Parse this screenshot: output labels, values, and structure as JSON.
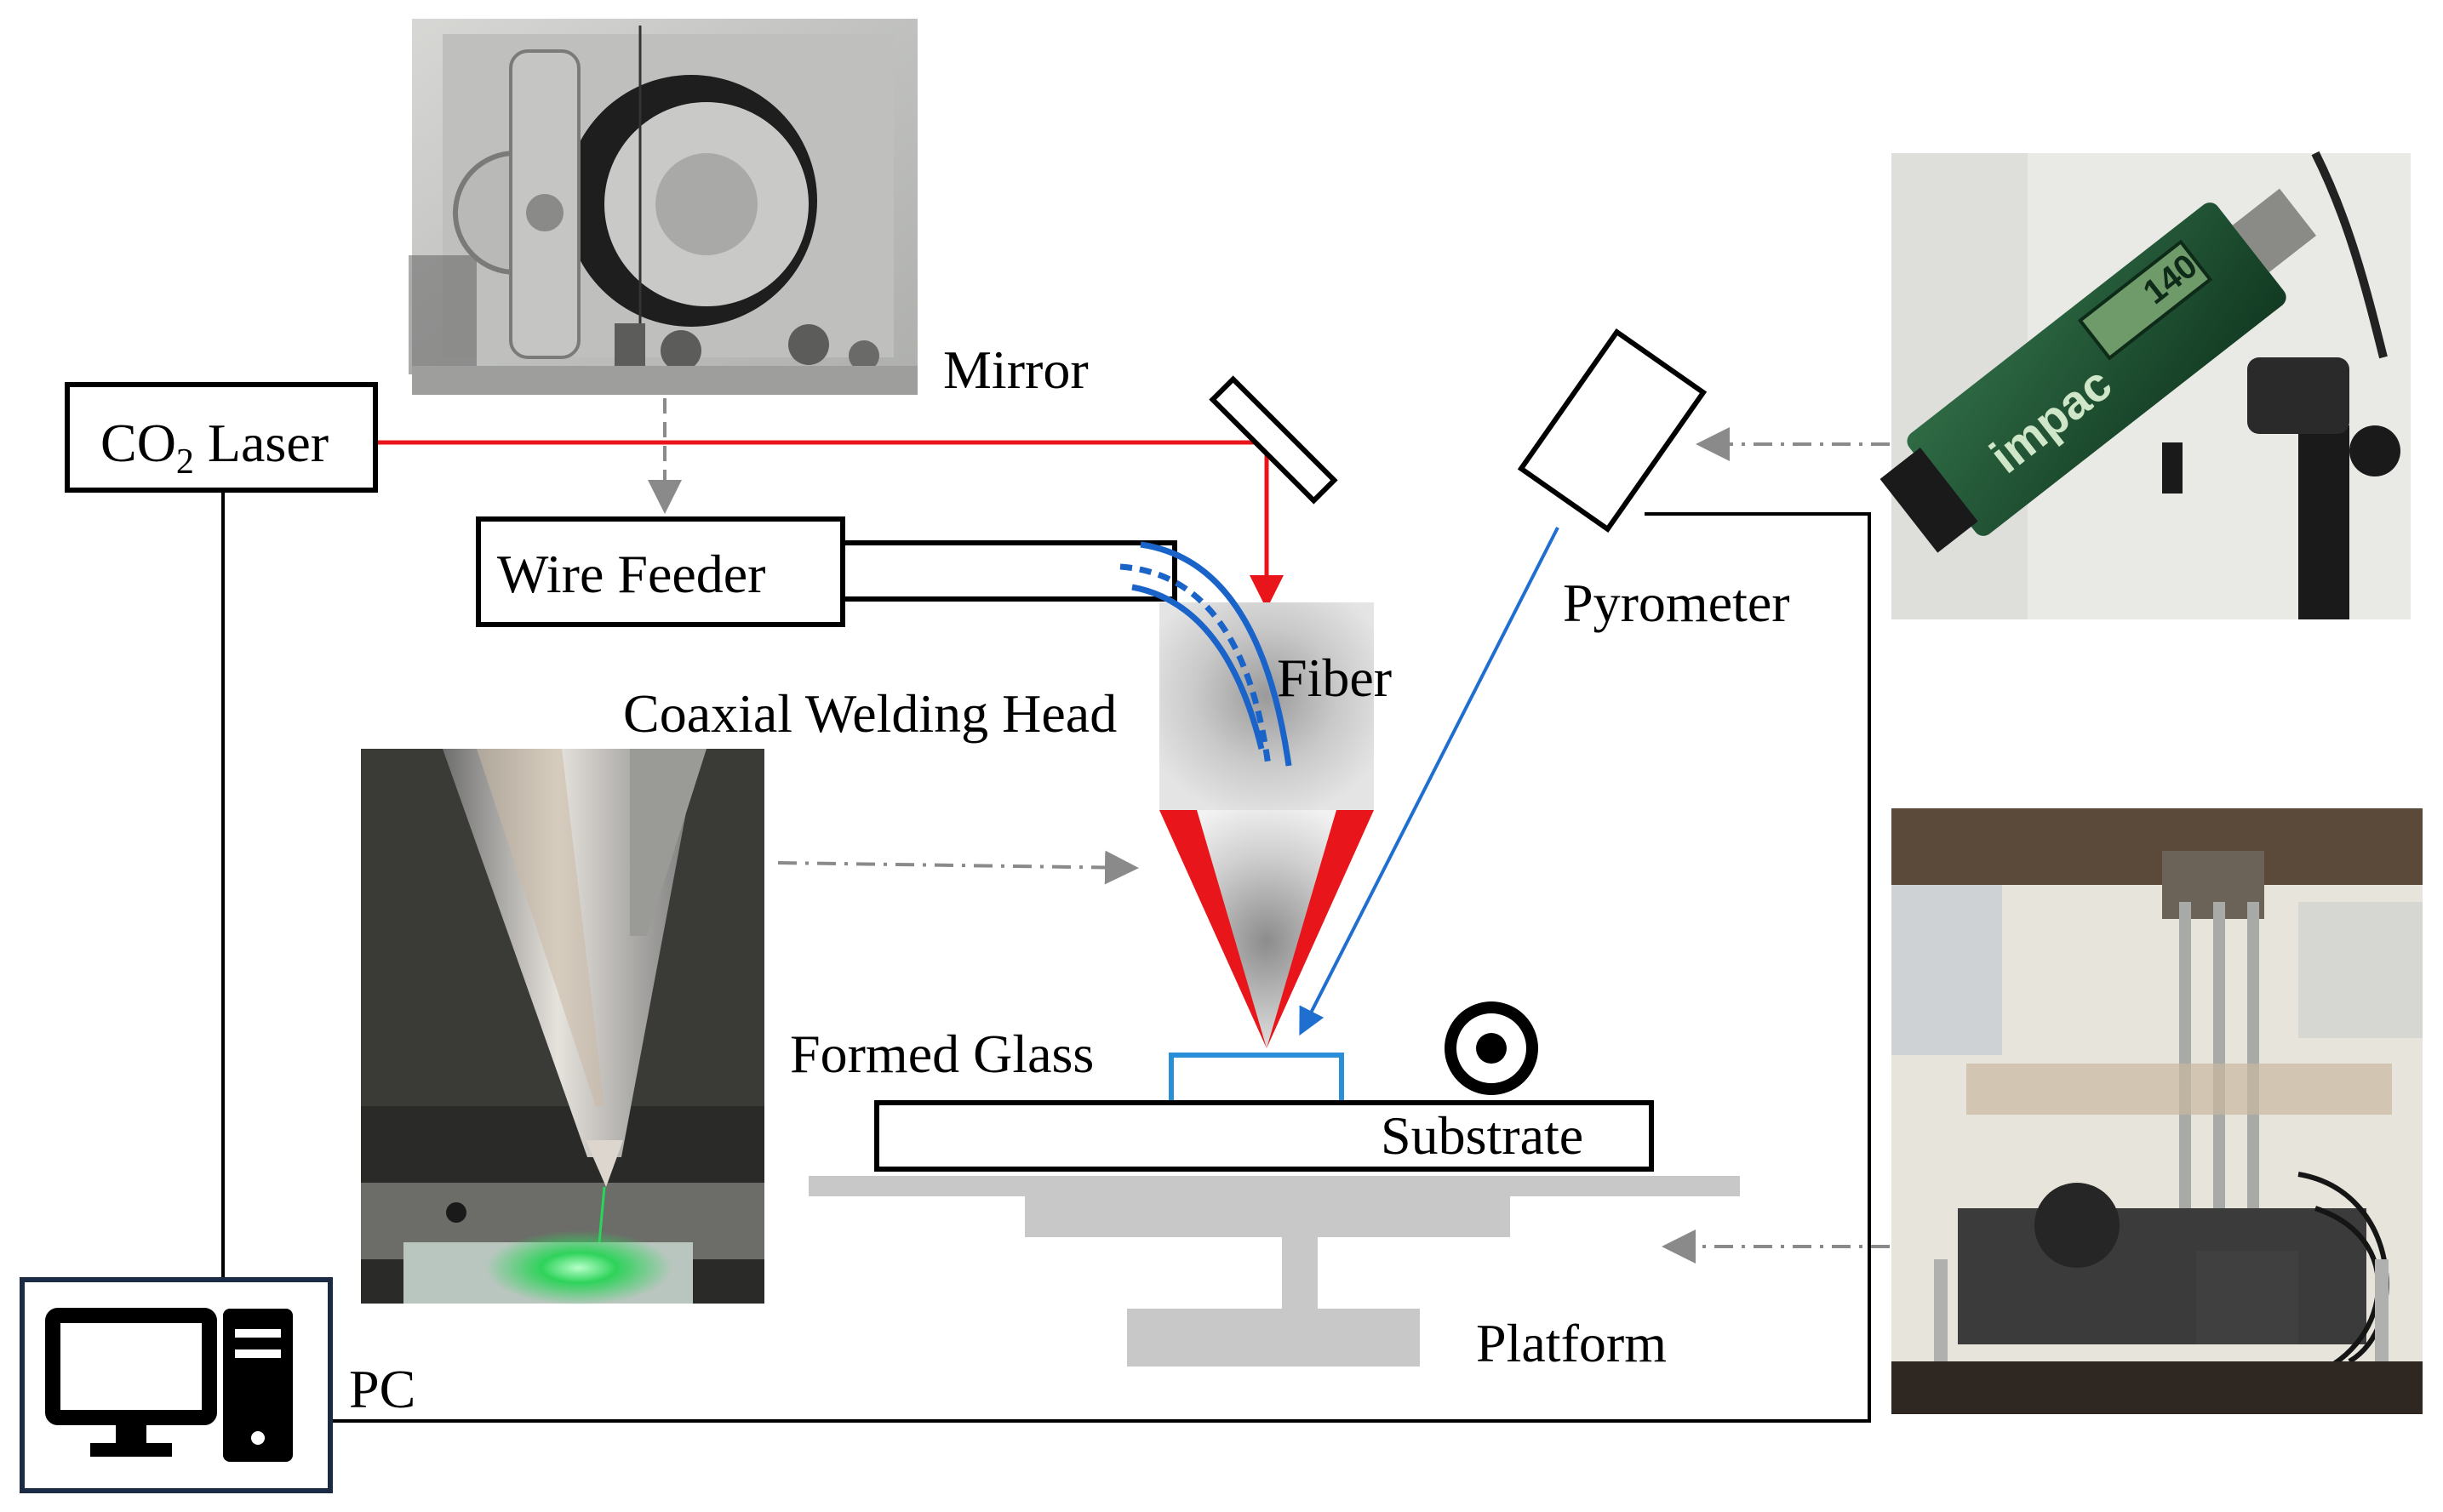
{
  "labels": {
    "laser_main": "CO",
    "laser_sub": "2",
    "laser_tail": " Laser",
    "mirror": "Mirror",
    "wire_feeder": "Wire Feeder",
    "fiber": "Fiber",
    "coaxial_welding_head": "Coaxial Welding Head",
    "pyrometer": "Pyrometer",
    "formed_glass": "Formed Glass",
    "substrate": "Substrate",
    "platform": "Platform",
    "pc": "PC"
  },
  "photos": {
    "wire_feeder_photo_text": "",
    "pyrometer_brand": "impac",
    "pyrometer_model": "140"
  },
  "colors": {
    "laser_beam": "#e8161b",
    "pyrometer_beam": "#1f6fd1",
    "fiber": "#1a63c9",
    "formed_glass": "#2a8fd6",
    "platform": "#c8c8c8",
    "head_gray": "#d0d0d0",
    "dashed_arrows": "#8a8a8a",
    "pc_frame": "#1c2b45"
  },
  "icons": {
    "pc": "computer-monitor-tower-icon",
    "rotation": "rotation-axis-dot-icon"
  }
}
